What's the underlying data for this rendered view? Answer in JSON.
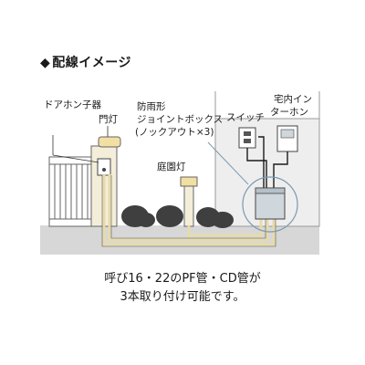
{
  "title": {
    "marker": "◆",
    "text": "配線イメージ"
  },
  "labels": {
    "doorphone": "ドアホン子器",
    "gate_light": "門灯",
    "box_line1": "防雨形",
    "box_line2": "ジョイントボックス",
    "box_line3": "(ノックアウト×3)",
    "garden_light": "庭園灯",
    "switch": "スイッチ",
    "intercom_line1": "宅内イン",
    "intercom_line2": "ターホン"
  },
  "caption": {
    "line1": "呼び16・22のPF管・CD管が",
    "line2": "3本取り付け可能です。"
  },
  "colors": {
    "ground": "#d7d7d7",
    "wall": "#eeeeee",
    "pillar": "#f3edda",
    "light": "#f1dfa3",
    "conduit": "#e8dba9",
    "shrub": "#3f3f3f",
    "box": "#cfd6dc",
    "highlight": "#7a9ab0"
  }
}
